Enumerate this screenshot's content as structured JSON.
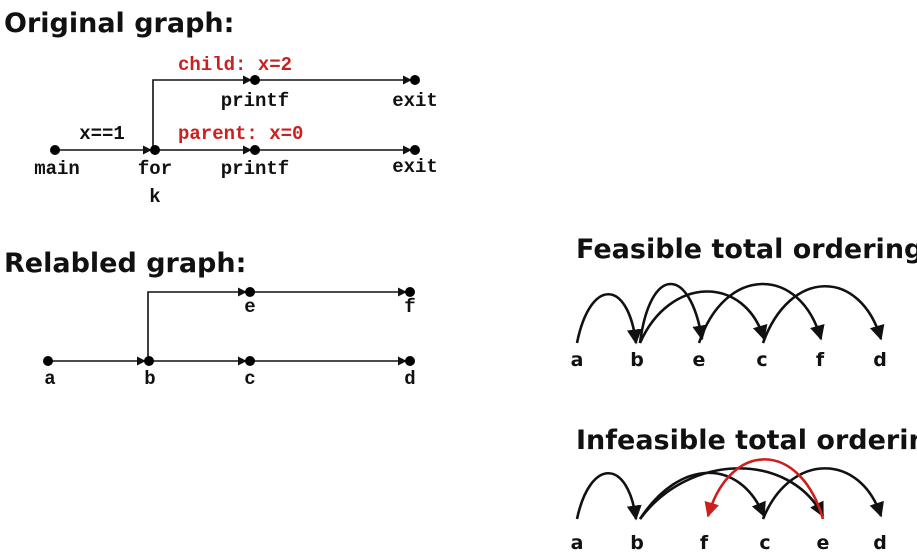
{
  "original": {
    "title": "Original graph:",
    "edge_labels": {
      "x1": "x==1",
      "child": "child: x=2",
      "parent": "parent: x=0"
    },
    "node_labels": {
      "main": "main",
      "for": "for",
      "k": "k",
      "printf_top": "printf",
      "exit_top": "exit",
      "printf_bottom": "printf",
      "exit_bottom": "exit"
    }
  },
  "relabeled": {
    "title": "Relabled graph:",
    "node_labels": {
      "a": "a",
      "b": "b",
      "c": "c",
      "d": "d",
      "e": "e",
      "f": "f"
    }
  },
  "feasible": {
    "title": "Feasible total ordering:",
    "sequence": [
      "a",
      "b",
      "e",
      "c",
      "f",
      "d"
    ]
  },
  "infeasible": {
    "title": "Infeasible total ordering:",
    "sequence": [
      "a",
      "b",
      "f",
      "c",
      "e",
      "d"
    ]
  },
  "colors": {
    "highlight": "#cc1f1f",
    "ink": "#111111"
  }
}
